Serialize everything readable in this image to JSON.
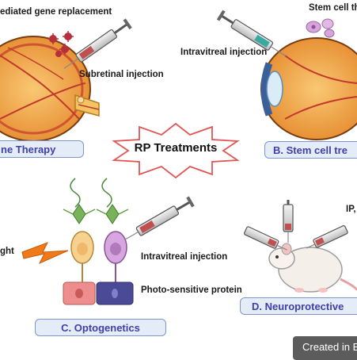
{
  "labels": {
    "gene_replacement": "ediated gene replacement",
    "subretinal_injection": "Subretinal injection",
    "stem_cell_top": "Stem cell th",
    "intravitreal_injection_top": "Intravitreal injection",
    "light": "ght",
    "intravitreal_injection_mid": "Intravitreal injection",
    "photo_sensitive_protein": "Photo-sensitive protein",
    "ip_label": "IP,"
  },
  "center": {
    "title": "RP Treatments"
  },
  "captions": {
    "gene_therapy": "ne Therapy",
    "stem_cell": "B. Stem cell tre",
    "optogenetics": "C. Optogenetics",
    "neuroprotective": "D. Neuroprotective"
  },
  "watermark": "Created in B",
  "colors": {
    "caption_fill": "#e4ecf8",
    "caption_border": "#7e97c9",
    "caption_text": "#3f3fa8",
    "eye_orange": "#f0a040",
    "star_border": "#e05555",
    "lightning": "#f07a1a"
  }
}
